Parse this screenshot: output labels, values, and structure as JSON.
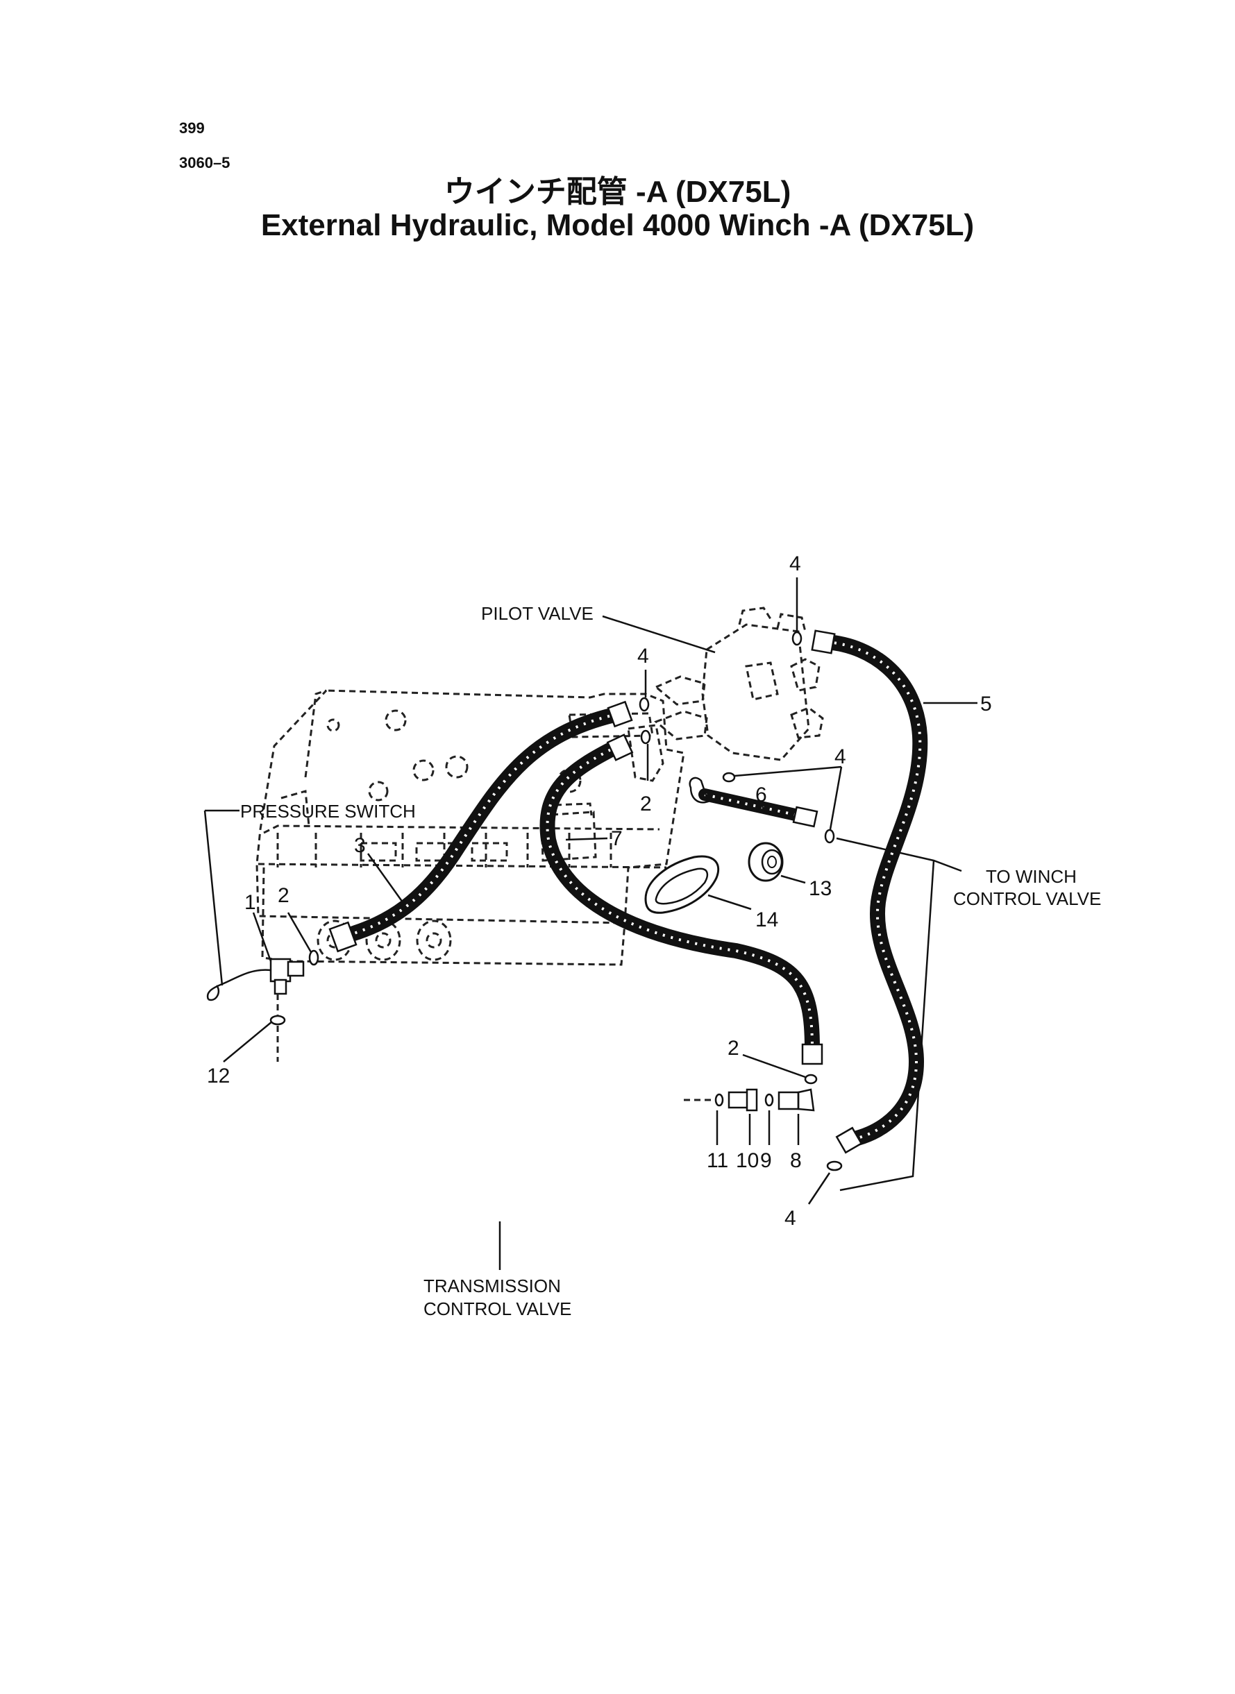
{
  "page": {
    "number": "399",
    "code": "3060–5"
  },
  "title": {
    "jp": "ウインチ配管 -A (DX75L)",
    "en": "External Hydraulic, Model 4000 Winch -A (DX75L)"
  },
  "labels": {
    "pilot_valve": "PILOT VALVE",
    "pressure_switch": "PRESSURE SWITCH",
    "to_winch_1": "TO WINCH",
    "to_winch_2": "CONTROL VALVE",
    "transmission_1": "TRANSMISSION",
    "transmission_2": "CONTROL VALVE"
  },
  "callouts": {
    "c4_top": "4",
    "c4_left": "4",
    "c2_pilot": "2",
    "c4_right": "4",
    "c5": "5",
    "c6": "6",
    "c7": "7",
    "c3": "3",
    "c1": "1",
    "c2_left": "2",
    "c13": "13",
    "c14": "14",
    "c12": "12",
    "c2_lower": "2",
    "c11": "11",
    "c10": "10",
    "c9": "9",
    "c8": "8",
    "c4_bottom": "4"
  }
}
